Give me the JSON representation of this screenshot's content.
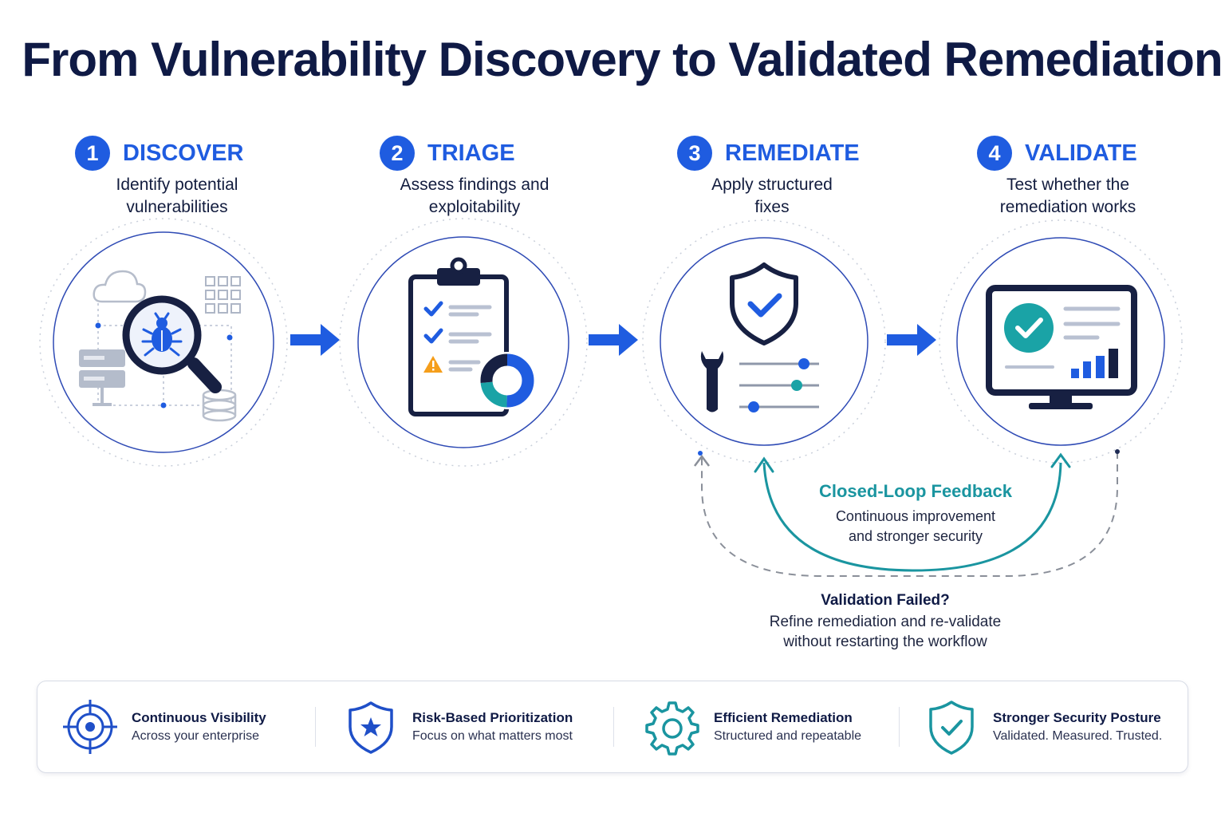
{
  "title": "From Vulnerability Discovery to Validated Remediation",
  "colors": {
    "primary_blue": "#1f5ce0",
    "navy": "#0f1a45",
    "teal": "#1a95a0",
    "gray_dashed": "#8a8f99"
  },
  "steps": [
    {
      "number": "1",
      "title": "DISCOVER",
      "desc_line1": "Identify potential",
      "desc_line2": "vulnerabilities",
      "icon": "magnifier-bug-icon"
    },
    {
      "number": "2",
      "title": "TRIAGE",
      "desc_line1": "Assess findings and",
      "desc_line2": "exploitability",
      "icon": "clipboard-checklist-icon"
    },
    {
      "number": "3",
      "title": "REMEDIATE",
      "desc_line1": "Apply structured",
      "desc_line2": "fixes",
      "icon": "shield-wrench-icon"
    },
    {
      "number": "4",
      "title": "VALIDATE",
      "desc_line1": "Test whether the",
      "desc_line2": "remediation works",
      "icon": "monitor-check-icon"
    }
  ],
  "loop": {
    "title": "Closed-Loop Feedback",
    "desc_line1": "Continuous improvement",
    "desc_line2": "and stronger security"
  },
  "failed": {
    "title": "Validation Failed?",
    "desc_line1": "Refine remediation and re-validate",
    "desc_line2": "without restarting the workflow"
  },
  "benefits": [
    {
      "title": "Continuous Visibility",
      "subtitle": "Across your enterprise",
      "icon": "target-icon"
    },
    {
      "title": "Risk-Based Prioritization",
      "subtitle": "Focus on what matters most",
      "icon": "shield-star-icon"
    },
    {
      "title": "Efficient Remediation",
      "subtitle": "Structured and repeatable",
      "icon": "gear-icon"
    },
    {
      "title": "Stronger Security Posture",
      "subtitle": "Validated. Measured. Trusted.",
      "icon": "shield-check-icon"
    }
  ]
}
